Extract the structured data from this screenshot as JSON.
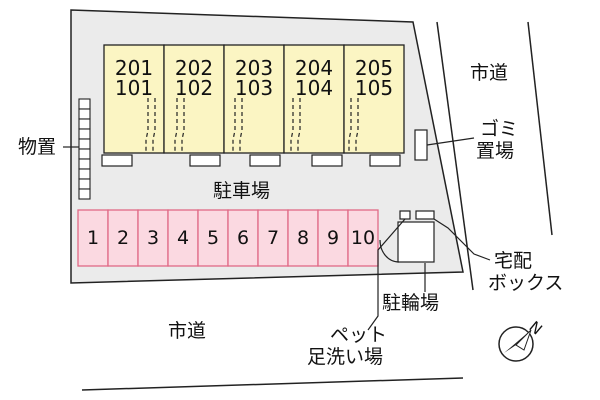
{
  "units": {
    "top": [
      "201",
      "202",
      "203",
      "204",
      "205"
    ],
    "bottom": [
      "101",
      "102",
      "103",
      "104",
      "105"
    ]
  },
  "parking": {
    "label": "駐車場",
    "spaces": [
      "1",
      "2",
      "3",
      "4",
      "5",
      "6",
      "7",
      "8",
      "9",
      "10"
    ]
  },
  "labels": {
    "storage": "物置",
    "garbage_line1": "ゴミ",
    "garbage_line2": "置場",
    "bicycle": "駐輪場",
    "delivery_line1": "宅配",
    "delivery_line2": "ボックス",
    "pet_line1": "ペット",
    "pet_line2": "足洗い場",
    "city_road_right": "市道",
    "city_road_bottom": "市道",
    "compass": "N"
  },
  "colors": {
    "lot": "#ebebeb",
    "unit_fill": "#fbf5c3",
    "space_fill": "#fbd9e1",
    "space_stroke": "#e06a86",
    "line": "#222222"
  }
}
